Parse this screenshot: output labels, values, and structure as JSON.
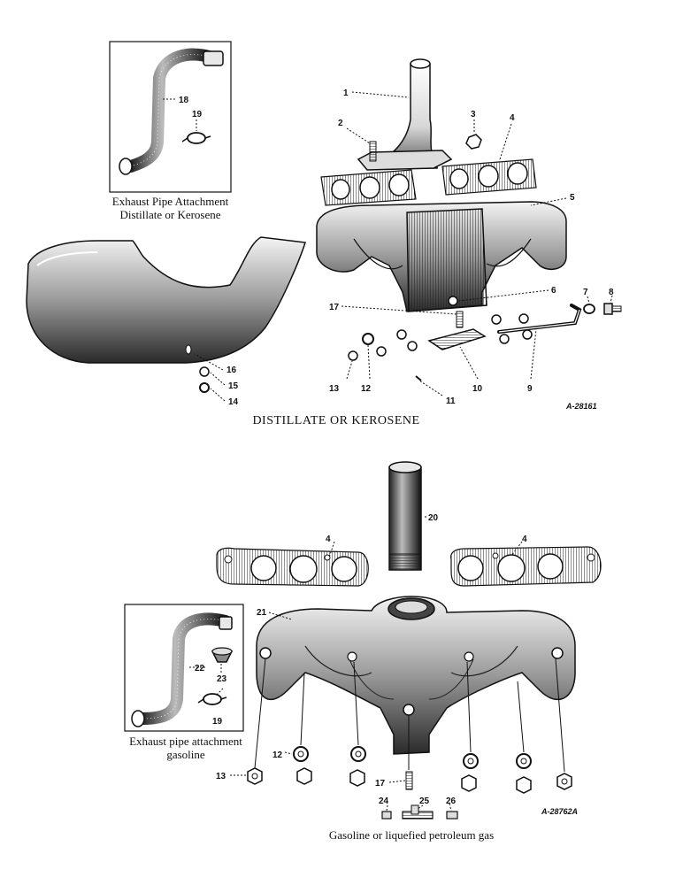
{
  "top_section": {
    "inset_caption_line1": "Exhaust Pipe Attachment",
    "inset_caption_line2": "Distillate or Kerosene",
    "title": "DISTILLATE OR KEROSENE",
    "ref": "A-28161"
  },
  "bottom_section": {
    "inset_caption_line1": "Exhaust pipe attachment",
    "inset_caption_line2": "gasoline",
    "title": "Gasoline or liquefied petroleum gas",
    "ref": "A-28762A"
  },
  "callouts": {
    "n1": "1",
    "n2": "2",
    "n3": "3",
    "n4": "4",
    "n5": "5",
    "n6": "6",
    "n7": "7",
    "n8": "8",
    "n9": "9",
    "n10": "10",
    "n11": "11",
    "n12": "12",
    "n13": "13",
    "n14": "14",
    "n15": "15",
    "n16": "16",
    "n17": "17",
    "n18": "18",
    "n19": "19",
    "n20": "20",
    "n21": "21",
    "n22": "22",
    "n23": "23",
    "n24": "24",
    "n25": "25",
    "n26": "26"
  }
}
